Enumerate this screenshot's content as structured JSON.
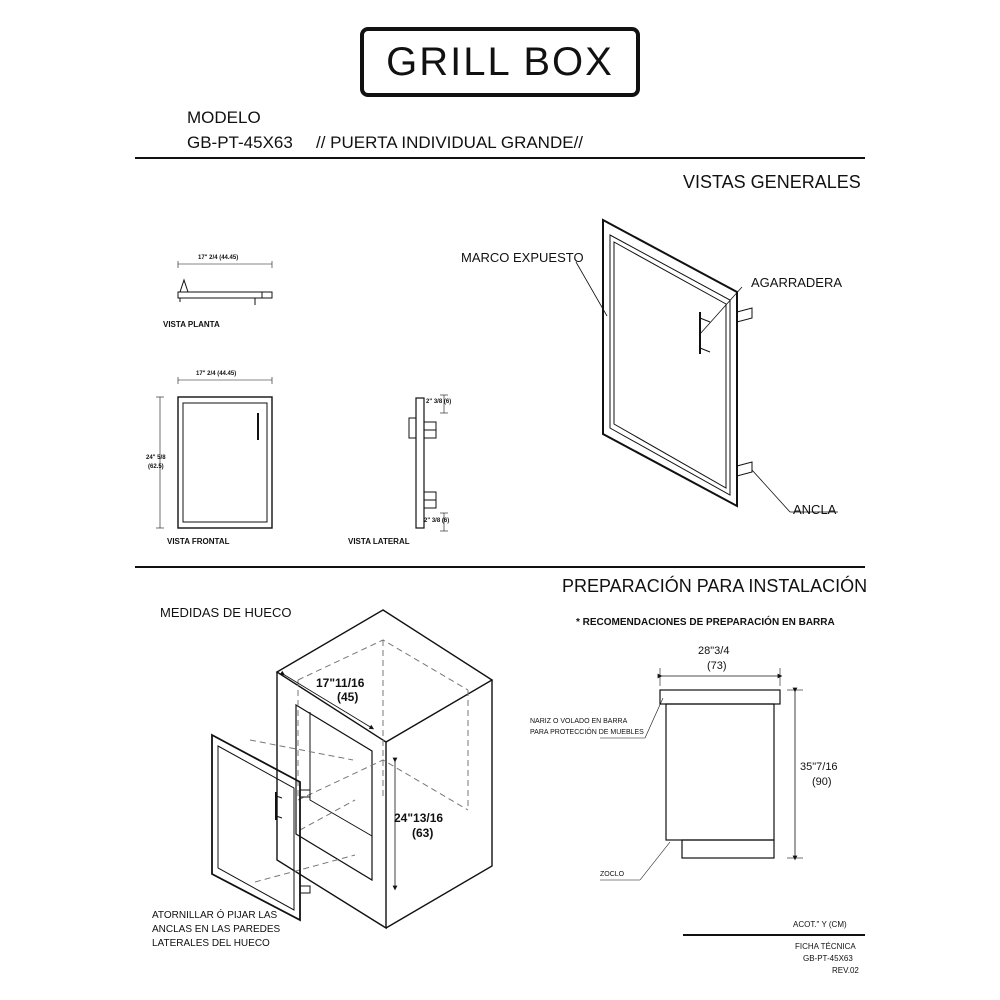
{
  "logo": {
    "text": "GRILL BOX"
  },
  "header": {
    "model_label": "MODELO",
    "model_code": "GB-PT-45X63",
    "model_desc": "// PUERTA INDIVIDUAL GRANDE//"
  },
  "general_views": {
    "title": "VISTAS GENERALES",
    "plan": {
      "dim": "17\" 2/4 (44.45)",
      "caption": "VISTA PLANTA"
    },
    "front": {
      "dim_width": "17\" 2/4 (44.45)",
      "dim_height_1": "24\" 5/8",
      "dim_height_2": "(62.5)",
      "caption": "VISTA FRONTAL"
    },
    "side": {
      "dim_top": "2\" 3/8 (6)",
      "dim_bottom": "2\" 3/8 (6)",
      "caption": "VISTA LATERAL"
    },
    "iso": {
      "frame_label": "MARCO EXPUESTO",
      "handle_label": "AGARRADERA",
      "anchor_label": "ANCLA"
    }
  },
  "installation": {
    "title": "PREPARACIÓN PARA INSTALACIÓN",
    "cutout_title": "MEDIDAS DE HUECO",
    "cutout": {
      "w1": "17\"11/16",
      "w2": "(45)",
      "h1": "24\"13/16",
      "h2": "(63)"
    },
    "screw_note": [
      "ATORNILLAR Ó PIJAR  LAS",
      "ANCLAS EN LAS PAREDES",
      "LATERALES DEL HUECO"
    ],
    "bar_note": "* RECOMENDACIONES DE PREPARACIÓN EN BARRA",
    "bar": {
      "w1": "28\"3/4",
      "w2": "(73)",
      "h1": "35\"7/16",
      "h2": "(90)",
      "nose_note_1": "NARIZ O VOLADO EN BARRA",
      "nose_note_2": "PARA PROTECCIÓN DE MUEBLES",
      "plinth": "ZOCLO"
    }
  },
  "footer": {
    "units": "ACOT.\" Y (CM)",
    "sheet": "FICHA TÉCNICA",
    "code": "GB-PT-45X63",
    "rev": "REV.02"
  }
}
